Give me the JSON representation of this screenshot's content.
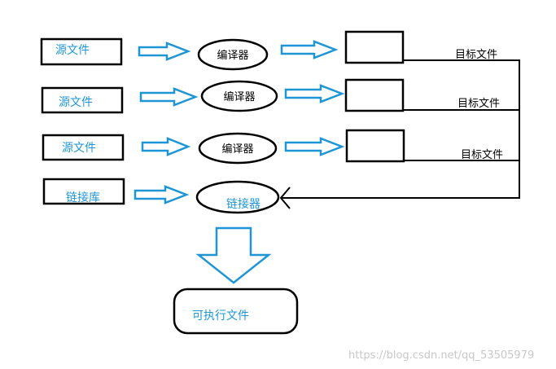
{
  "sources": [
    {
      "label": "源文件"
    },
    {
      "label": "源文件"
    },
    {
      "label": "源文件"
    },
    {
      "label": "链接库"
    }
  ],
  "compilers": [
    {
      "label": "编译器"
    },
    {
      "label": "编译器"
    },
    {
      "label": "编译器"
    }
  ],
  "linker": {
    "label": "链接器"
  },
  "object_labels": [
    "目标文件",
    "目标文件",
    "目标文件"
  ],
  "output": {
    "label": "可执行文件"
  },
  "watermark": "https://blog.csdn.net/qq_53505979",
  "colors": {
    "accent": "#1e96d6",
    "stroke": "#000000"
  }
}
